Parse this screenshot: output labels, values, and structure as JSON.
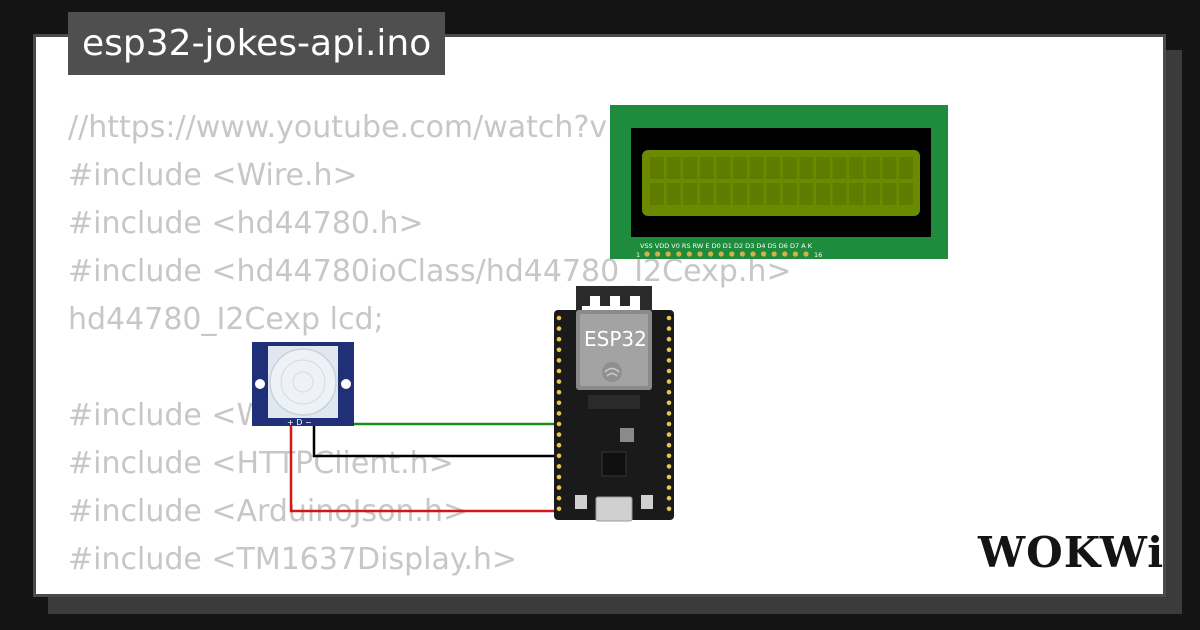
{
  "project": {
    "filename": "esp32-jokes-api.ino"
  },
  "code": {
    "lines": [
      "//https://www.youtube.com/watch?v=Multitasking",
      "#include <Wire.h>",
      "#include <hd44780.h>",
      "#include <hd44780ioClass/hd44780_I2Cexp.h>",
      "hd44780_I2Cexp lcd;",
      "",
      "#include <WiFi.h>",
      "#include <HTTPClient.h>",
      "#include <ArduinoJson.h>",
      "#include <TM1637Display.h>"
    ]
  },
  "lcd": {
    "pin_labels": "VSS VDD V0 RS RW E D0 D1 D2 D3 D4 D5 D6 D7 A K",
    "pin_first": "1",
    "pin_last": "16",
    "board_color": "#1e8c3c",
    "screen_color": "#6a8a00"
  },
  "pir": {
    "pin_labels": "+ D −",
    "board_color": "#1f2f78"
  },
  "esp32": {
    "label": "ESP32",
    "board_color": "#1a1a1a"
  },
  "wires": {
    "signal_color": "#1a8a1a",
    "ground_color": "#000000",
    "power_color": "#d01818"
  },
  "brand": {
    "logo_text": "WOKWi"
  }
}
